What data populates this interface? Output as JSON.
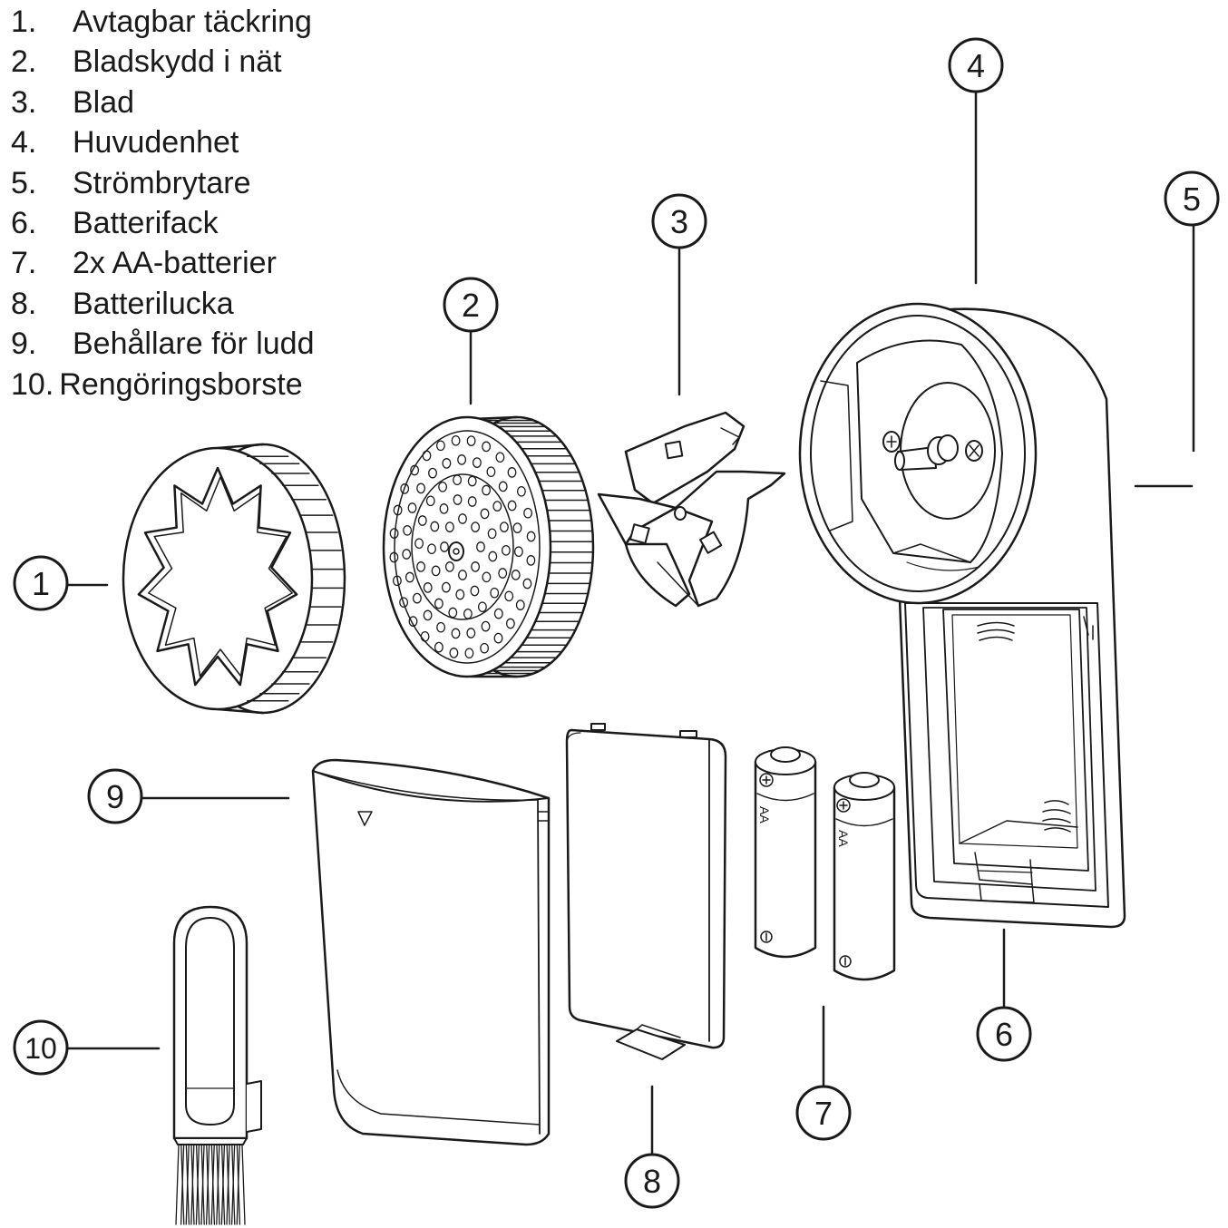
{
  "legend": [
    {
      "num": "1.",
      "label": "Avtagbar täckring"
    },
    {
      "num": "2.",
      "label": "Bladskydd i nät"
    },
    {
      "num": "3.",
      "label": "Blad"
    },
    {
      "num": "4.",
      "label": "Huvudenhet"
    },
    {
      "num": "5.",
      "label": "Strömbrytare"
    },
    {
      "num": "6.",
      "label": "Batterifack"
    },
    {
      "num": "7.",
      "label": "2x AA-batterier"
    },
    {
      "num": "8.",
      "label": "Batterilucka"
    },
    {
      "num": "9.",
      "label": "Behållare för ludd"
    },
    {
      "num": "10.",
      "label": "Rengöringsborste"
    }
  ],
  "callouts": [
    "1",
    "2",
    "3",
    "4",
    "5",
    "6",
    "7",
    "8",
    "9",
    "10"
  ],
  "battery_label": "AA",
  "colors": {
    "line": "#1a1a1a",
    "fill": "#ffffff"
  }
}
